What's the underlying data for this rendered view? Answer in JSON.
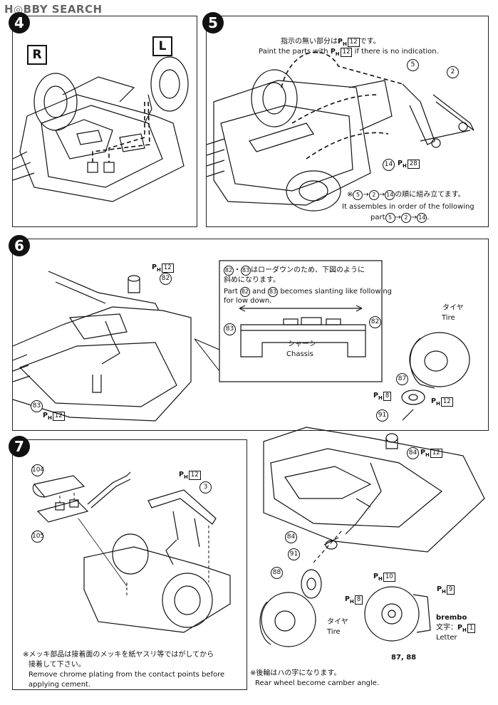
{
  "header": {
    "logo_text": "H◎BBY SEARCH"
  },
  "step4": {
    "number": "4",
    "label_r": "R",
    "label_l": "L"
  },
  "step5": {
    "number": "5",
    "note_jp_pre": "指示の無い部分は",
    "note_jp_post": "です。",
    "note_en_pre": "Paint the parts with",
    "note_en_post": "if there is no indication.",
    "paint_code": "12",
    "part_5": "5",
    "part_2": "2",
    "part_14": "14",
    "part_14_code": "28",
    "order_jp_post": "の順に組み立てます。",
    "order_en_line1": "It assembles in order of the following",
    "order_en_prefix": "part",
    "arrow": "→"
  },
  "step6": {
    "number": "6",
    "ph_top": "12",
    "part_82": "82",
    "part_83": "83",
    "ph_83": "12",
    "inset_jp1_mid": "はローダウンのため、下図のように",
    "inset_jp2": "斜めになります。",
    "inset_en1_a": "Part",
    "inset_en1_b": "and",
    "inset_en1_c": "becomes slanting like following",
    "inset_en2": "for low down.",
    "chassis_jp": "シャーシ",
    "chassis_en": "Chassis",
    "tire_jp": "タイヤ",
    "tire_en": "Tire",
    "part_87": "87",
    "ph_8": "8",
    "ph_12b": "12",
    "part_91": "91",
    "part_84": "84",
    "ph_12c": "12"
  },
  "step7": {
    "number": "7",
    "part_104": "104",
    "part_105": "105",
    "part_3": "3",
    "ph_12": "12",
    "note_jp1": "※メッキ部品は接着面のメッキを紙ヤスリ等ではがしてから",
    "note_jp2": "接着して下さい。",
    "note_en1": "Remove chrome plating from the contact points before",
    "note_en2": "applying cement."
  },
  "step6b": {
    "part_84": "84",
    "part_91": "91",
    "part_88": "88",
    "ph_10": "10",
    "ph_8": "8",
    "ph_9": "9",
    "tire_jp": "タイヤ",
    "tire_en": "Tire",
    "brand": "brembo",
    "letter_jp": "文字：",
    "letter_code": "1",
    "letter_en": "Letter",
    "parts_ref": "87, 88",
    "rear_note_jp": "※後輪はハの字になります。",
    "rear_note_en": "Rear wheel become camber angle."
  }
}
